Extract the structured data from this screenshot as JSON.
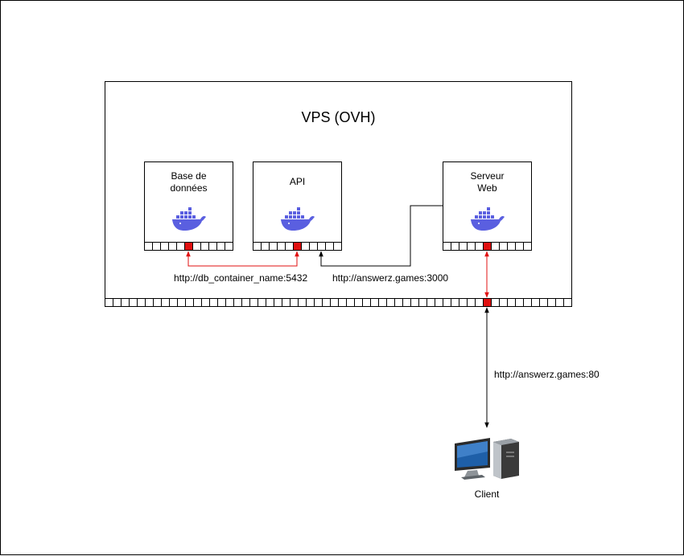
{
  "vps": {
    "title": "VPS (OVH)"
  },
  "containers": [
    {
      "id": "db",
      "label": "Base de\ndonnées",
      "icon": "docker-whale-icon"
    },
    {
      "id": "api",
      "label": "API",
      "icon": "docker-whale-icon"
    },
    {
      "id": "web",
      "label": "Serveur\nWeb",
      "icon": "docker-whale-icon"
    }
  ],
  "connections": [
    {
      "from": "db",
      "to": "api",
      "label": "http://db_container_name:5432",
      "color": "#e01010"
    },
    {
      "from": "web",
      "to": "api",
      "label": "http://answerz.games:3000",
      "color": "#000000"
    },
    {
      "from": "web",
      "to": "vps-port",
      "label": "",
      "color": "#e01010"
    },
    {
      "from": "vps-port",
      "to": "client",
      "label": "http://answerz.games:80",
      "color": "#000000"
    }
  ],
  "client": {
    "label": "Client",
    "icon": "desktop-computer-icon"
  },
  "colors": {
    "docker": "#5a5fe0",
    "active_port": "#e01010"
  }
}
